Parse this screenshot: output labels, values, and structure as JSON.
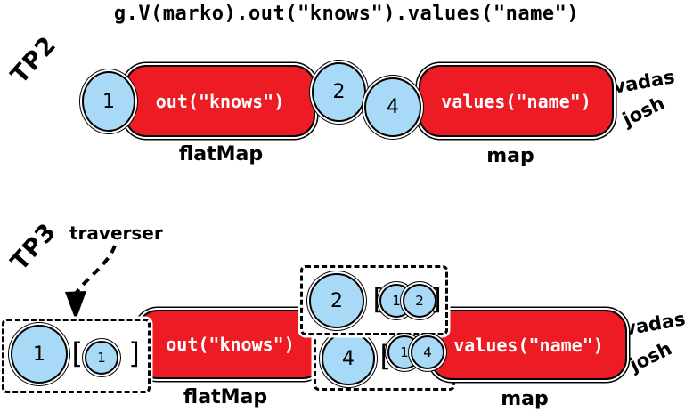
{
  "title": "g.V(marko).out(\"knows\").values(\"name\")",
  "glyphs": {
    "open": "[",
    "close": "]"
  },
  "colors": {
    "step_red": "#ED1C24",
    "traverser_blue": "#A8D9F6",
    "ink": "#000000"
  },
  "tp2": {
    "label": "TP2",
    "start": "1",
    "step1": {
      "text": "out(\"knows\")",
      "category": "flatMap"
    },
    "between": [
      "2",
      "4"
    ],
    "step2": {
      "text": "values(\"name\")",
      "category": "map"
    },
    "results": [
      "vadas",
      "josh"
    ]
  },
  "tp3": {
    "label": "TP3",
    "callout": "traverser",
    "start": {
      "value": "1",
      "path": [
        "1"
      ]
    },
    "step1": {
      "text": "out(\"knows\")",
      "category": "flatMap"
    },
    "between": [
      {
        "value": "2",
        "path": [
          "1",
          "2"
        ]
      },
      {
        "value": "4",
        "path": [
          "1",
          "4"
        ]
      }
    ],
    "step2": {
      "text": "values(\"name\")",
      "category": "map"
    },
    "results": [
      "vadas",
      "josh"
    ]
  }
}
